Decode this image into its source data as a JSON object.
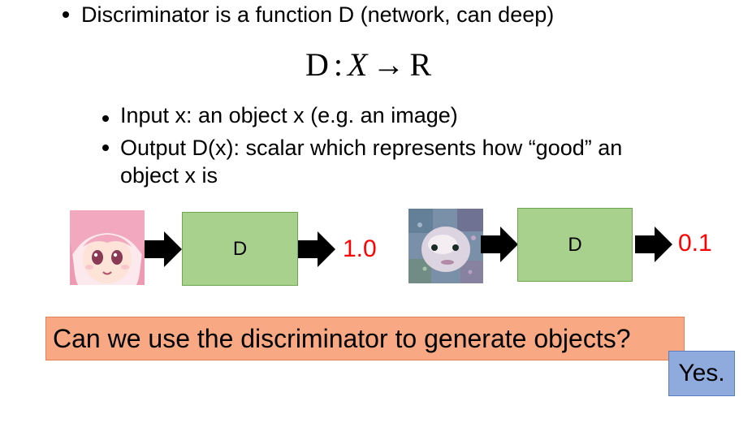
{
  "bullets": {
    "main": "Discriminator is a function D (network, can deep)",
    "sub_input": "Input x: an object x (e.g. an image)",
    "sub_output_line1": "Output D(x): scalar which represents how “good” an",
    "sub_output_line2": "object x is"
  },
  "formula": {
    "lhs": "D",
    "colon": ":",
    "domain": "X",
    "arrow": "→",
    "codomain": "R"
  },
  "examples": [
    {
      "image": "anime-girl-image",
      "box_label": "D",
      "output": "1.0"
    },
    {
      "image": "noisy-generated-image",
      "box_label": "D",
      "output": "0.1"
    }
  ],
  "question": "Can we use the discriminator to generate objects?",
  "answer": "Yes.",
  "colors": {
    "d_box": "#a9d18e",
    "output_text": "#ff0000",
    "question_bg": "#f8a882",
    "answer_bg": "#8faadc"
  }
}
